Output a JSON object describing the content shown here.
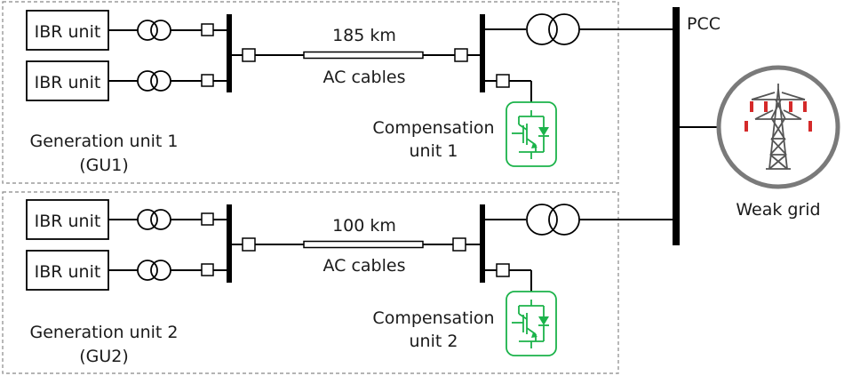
{
  "groups": [
    {
      "name": "Generation unit 1",
      "short": "(GU1)",
      "units": [
        "IBR unit",
        "IBR unit"
      ],
      "cable_length": "185 km",
      "cable_type": "AC cables",
      "compensation": [
        "Compensation",
        "unit 1"
      ]
    },
    {
      "name": "Generation unit 2",
      "short": "(GU2)",
      "units": [
        "IBR unit",
        "IBR unit"
      ],
      "cable_length": "100 km",
      "cable_type": "AC cables",
      "compensation": [
        "Compensation",
        "unit 2"
      ]
    }
  ],
  "pcc_label": "PCC",
  "grid_label": "Weak grid",
  "colors": {
    "line": "#000000",
    "group_border": "#888888",
    "compensation": "#1bb34a",
    "insulator": "#d42a2a"
  }
}
